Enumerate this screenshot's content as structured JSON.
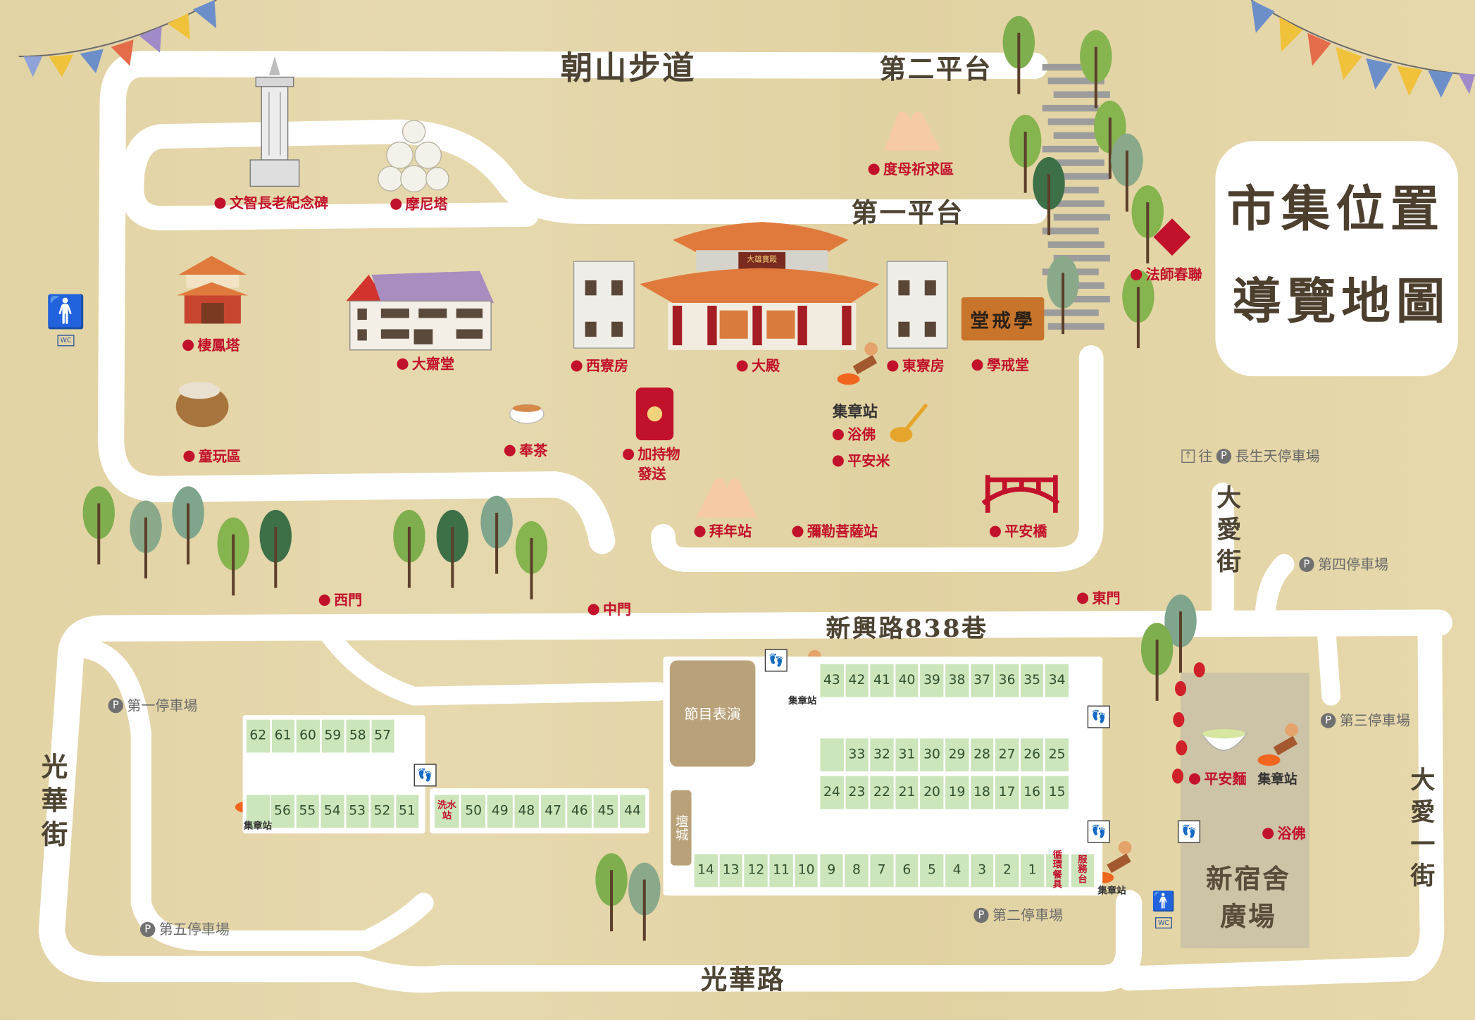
{
  "title": {
    "line1": "市集位置",
    "line2": "導覽地圖"
  },
  "roads": {
    "chaoshan": "朝山步道",
    "platform2": "第二平台",
    "platform1": "第一平台",
    "xinxing": "新興路838巷",
    "guanghua_road": "光華路",
    "guanghua_street": "光華街",
    "daai_street": "大愛街",
    "daai_1st_street": "大愛一街"
  },
  "landmarks": [
    {
      "label": "文智長老紀念碑"
    },
    {
      "label": "摩尼塔"
    },
    {
      "label": "度母祈求區"
    },
    {
      "label": "法師春聯"
    },
    {
      "label": "棲鳳塔"
    },
    {
      "label": "大齋堂"
    },
    {
      "label": "西寮房"
    },
    {
      "label": "大殿"
    },
    {
      "label": "東寮房"
    },
    {
      "label": "學戒堂"
    },
    {
      "label": "浴佛"
    },
    {
      "label": "平安米"
    },
    {
      "label": "奉茶"
    },
    {
      "label": "加持物發送"
    },
    {
      "label": "童玩區"
    },
    {
      "label": "拜年站"
    },
    {
      "label": "彌勒菩薩站"
    },
    {
      "label": "平安橋"
    },
    {
      "label": "西門"
    },
    {
      "label": "中門"
    },
    {
      "label": "東門"
    },
    {
      "label": "平安麵"
    },
    {
      "label": "浴佛"
    }
  ],
  "stamp_station": "集章站",
  "parking": {
    "toward": "往",
    "p": "P",
    "changshengtian": "長生天停車場",
    "lot1": "第一停車場",
    "lot2": "第二停車場",
    "lot3": "第三停車場",
    "lot4": "第四停車場",
    "lot5": "第五停車場"
  },
  "wc": "WC",
  "stage_label": "節目表演",
  "altar_label": "壇城",
  "plaza_label": "新宿舍廣場",
  "sign_text": "堂戒學",
  "temple_plaque": "大雄寶殿",
  "booths": {
    "row_a": [
      "43",
      "42",
      "41",
      "40",
      "39",
      "38",
      "37",
      "36",
      "35",
      "34"
    ],
    "row_b": [
      "",
      "33",
      "32",
      "31",
      "30",
      "29",
      "28",
      "27",
      "26",
      "25"
    ],
    "row_c": [
      "24",
      "23",
      "22",
      "21",
      "20",
      "19",
      "18",
      "17",
      "16",
      "15"
    ],
    "row_d": [
      "14",
      "13",
      "12",
      "11",
      "10",
      "9",
      "8",
      "7",
      "6",
      "5",
      "4",
      "3",
      "2",
      "1",
      "循環餐具",
      "服務台"
    ],
    "left_top": [
      "62",
      "61",
      "60",
      "59",
      "58",
      "57"
    ],
    "left_bottom": [
      "56",
      "55",
      "54",
      "53",
      "52",
      "51"
    ],
    "middle": [
      "洗水站",
      "50",
      "49",
      "48",
      "47",
      "46",
      "45",
      "44"
    ]
  },
  "colors": {
    "background": "#e4d6a9",
    "road": "#ffffff",
    "booth": "#cce5bb",
    "label_red": "#c2112b",
    "roof": "#e07a3c"
  }
}
